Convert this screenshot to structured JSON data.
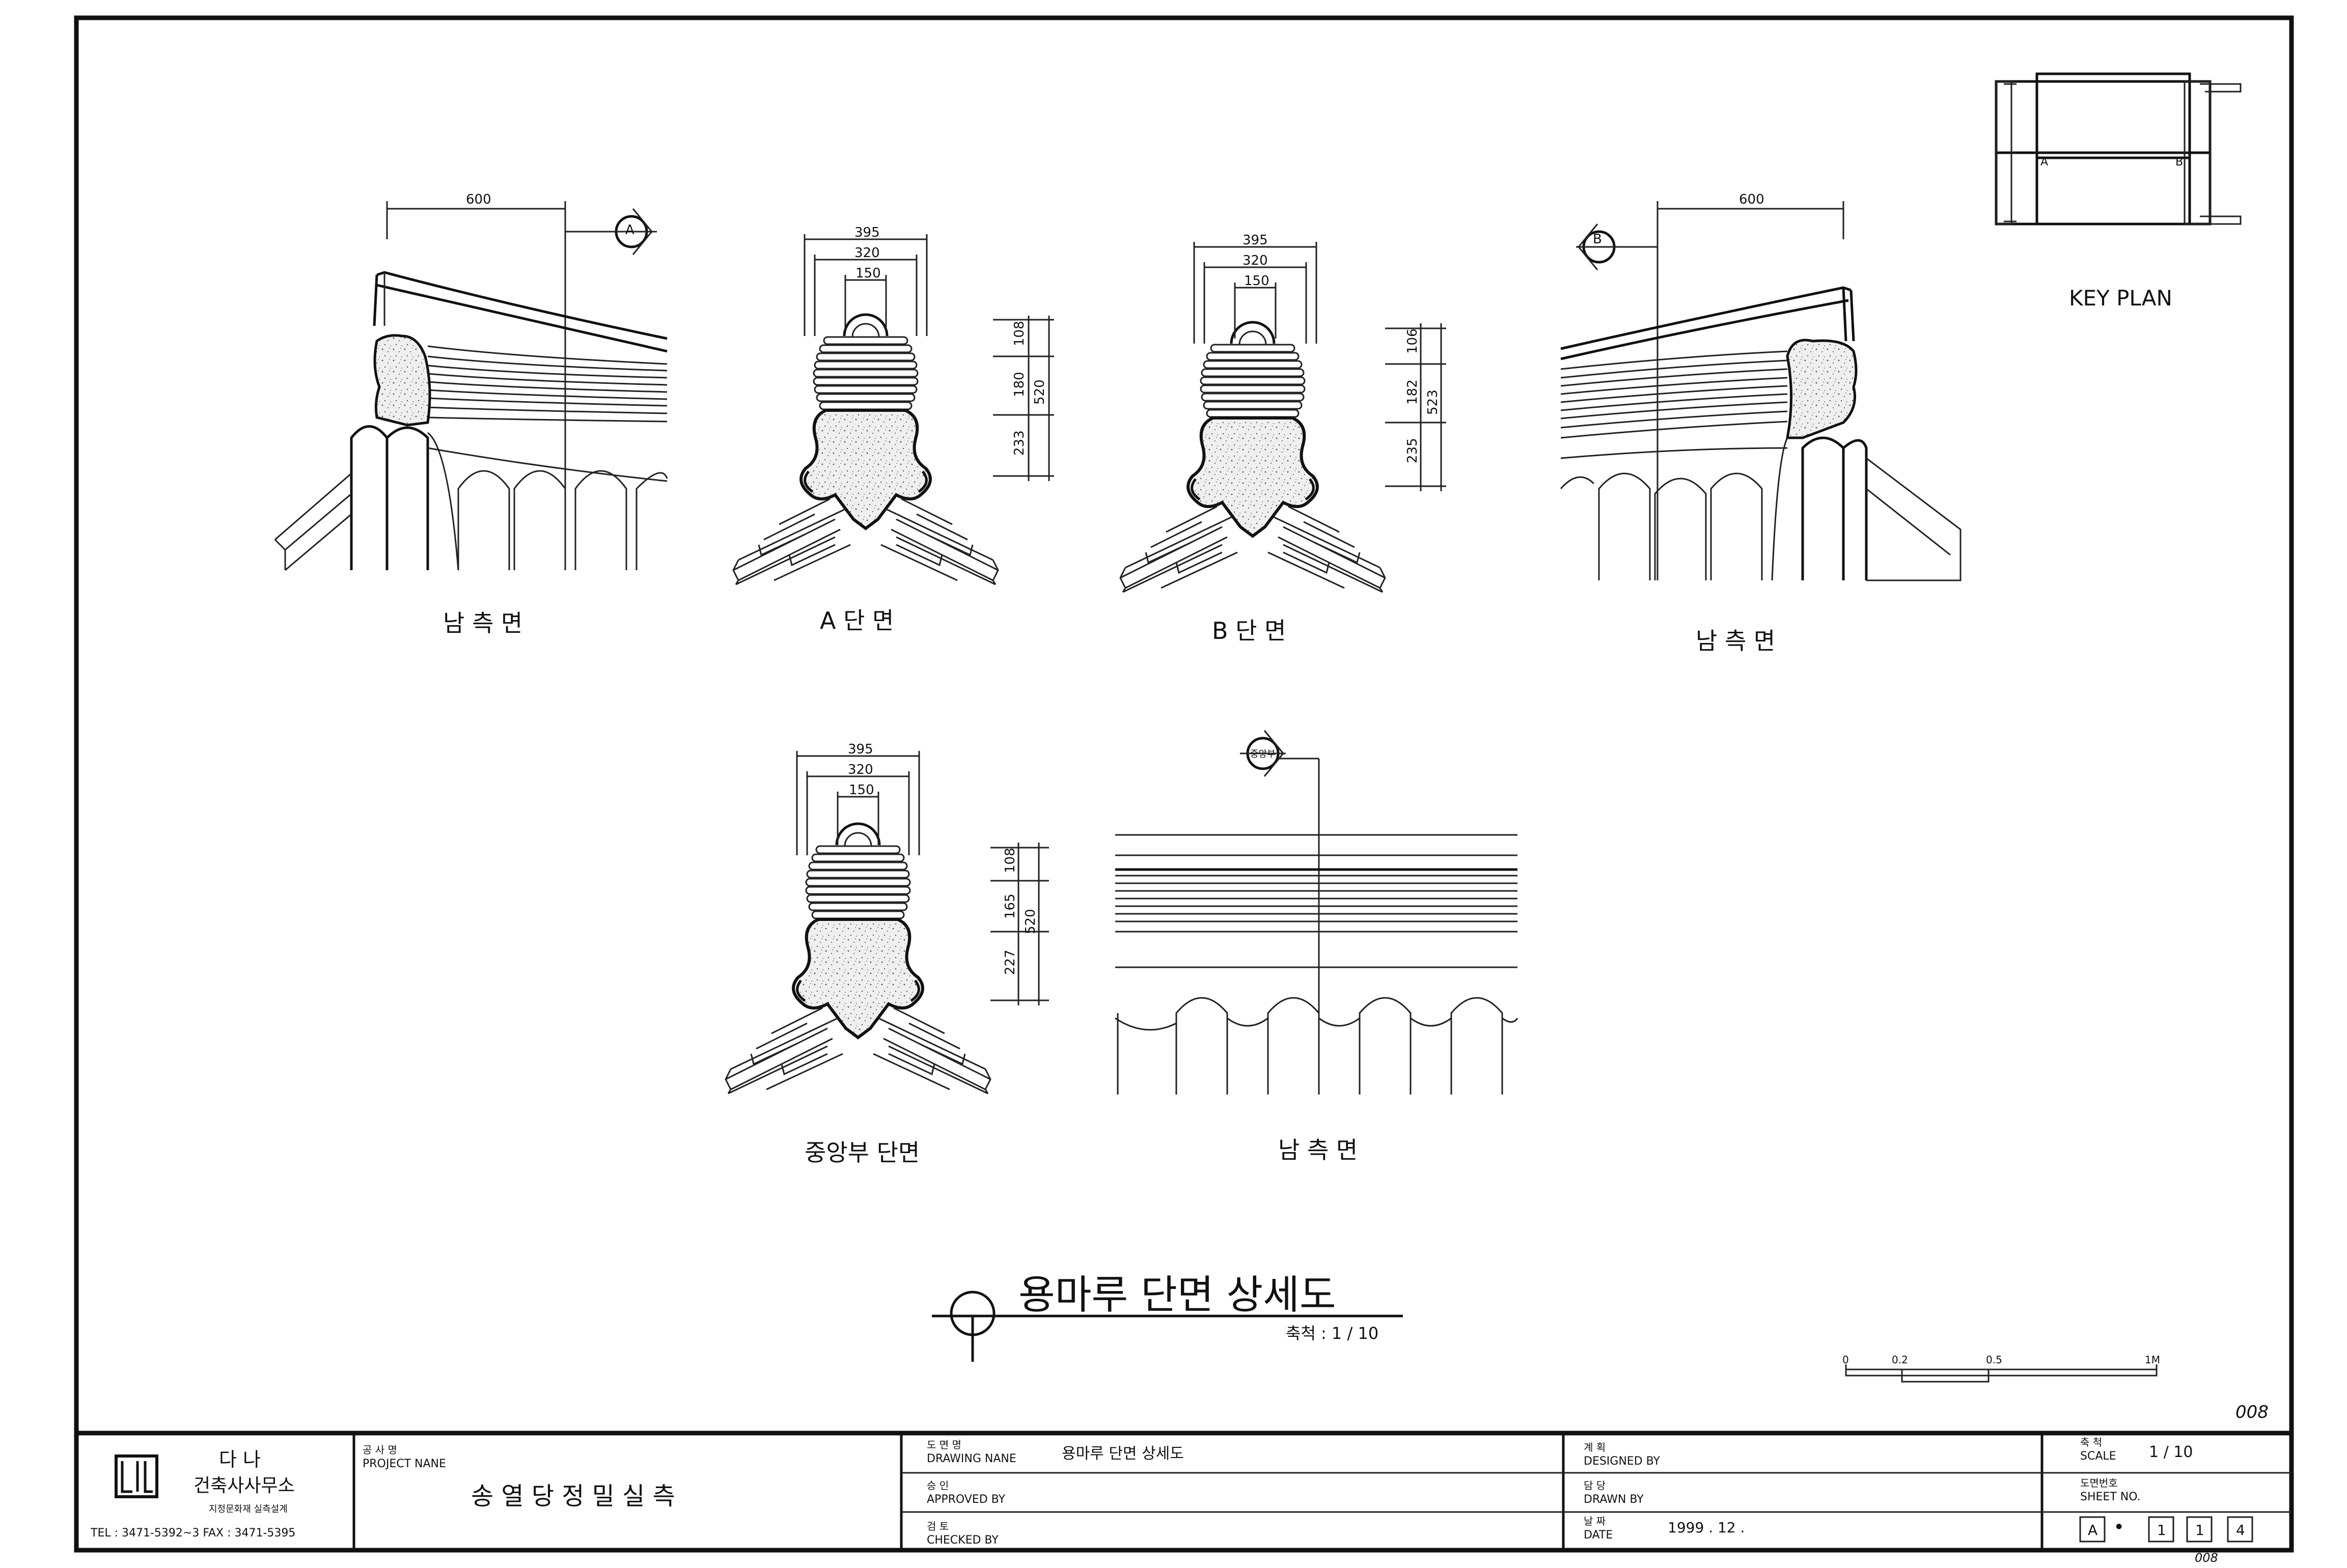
{
  "key_plan": {
    "label": "KEY PLAN",
    "mark_a": "A",
    "mark_b": "B"
  },
  "views": {
    "south_left": {
      "label": "남 측 면",
      "dim_width": "600",
      "section_mark": "A"
    },
    "section_a": {
      "label": "A 단 면",
      "w1": "395",
      "w2": "320",
      "w3": "150",
      "h1": "108",
      "h2": "180",
      "h3": "233",
      "htotal": "520"
    },
    "section_b": {
      "label": "B 단 면",
      "w1": "395",
      "w2": "320",
      "w3": "150",
      "h1": "106",
      "h2": "182",
      "h3": "235",
      "htotal": "523"
    },
    "south_right": {
      "label": "남 측 면",
      "dim_width": "600",
      "section_mark": "B"
    },
    "section_center": {
      "label": "중앙부 단면",
      "w1": "395",
      "w2": "320",
      "w3": "150",
      "h1": "108",
      "h2": "165",
      "h3": "227",
      "htotal": "520"
    },
    "south_center": {
      "label": "남 측 면",
      "section_mark": "중앙부"
    }
  },
  "drawing_title": {
    "title": "용마루 단면 상세도",
    "scale": "축척 : 1 / 10"
  },
  "scale_bar": {
    "t0": "0",
    "t1": "0.2",
    "t2": "0.5",
    "t3": "1M"
  },
  "annotations": {
    "sheet_hand": "008",
    "bottom_hand": "008"
  },
  "title_block": {
    "firm_logo": "다나",
    "firm_name_1": "다 나",
    "firm_name_2": "건축사사무소",
    "firm_sub": "지정문화재 실측설계",
    "firm_tel": "TEL : 3471-5392~3 FAX : 3471-5395",
    "project_label_kr": "공 사 명",
    "project_label_en": "PROJECT NANE",
    "project_name": "송 열 당 정 밀 실 측",
    "drawing_label_kr": "도 면 명",
    "drawing_label_en": "DRAWING  NANE",
    "drawing_name": "용마루 단면 상세도",
    "approved_kr": "승 인",
    "approved_en": "APPROVED  BY",
    "checked_kr": "검 토",
    "checked_en": "CHECKED  BY",
    "designed_kr": "계 획",
    "designed_en": "DESIGNED  BY",
    "drawn_kr": "담 당",
    "drawn_en": "DRAWN     BY",
    "date_kr": "날 짜",
    "date_en": "DATE",
    "date_value": "1999 .  12  .",
    "scale_kr": "축 척",
    "scale_en": "SCALE",
    "scale_value": "1   /   10",
    "sheet_kr": "도면번호",
    "sheet_en": "SHEET  NO.",
    "sheet_box_1": "A",
    "sheet_dot": "●",
    "sheet_box_2": "1",
    "sheet_box_3": "1",
    "sheet_box_4": "4"
  }
}
